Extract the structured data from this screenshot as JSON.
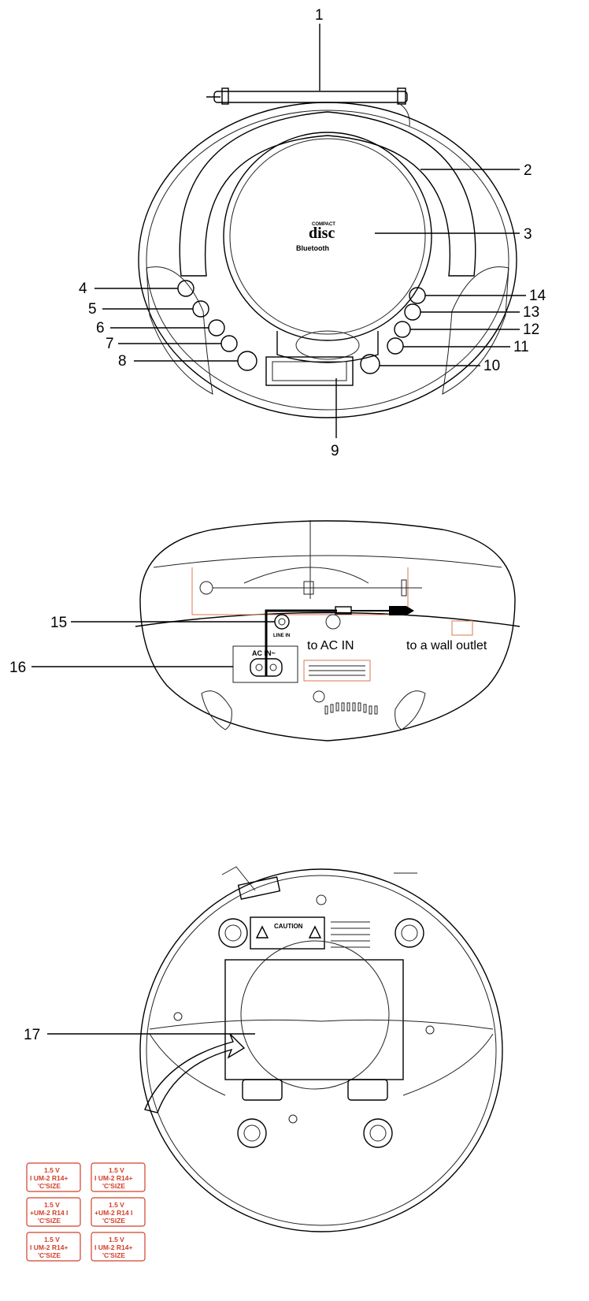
{
  "callouts": {
    "n1": "1",
    "n2": "2",
    "n3": "3",
    "n4": "4",
    "n5": "5",
    "n6": "6",
    "n7": "7",
    "n8": "8",
    "n9": "9",
    "n10": "10",
    "n11": "11",
    "n12": "12",
    "n13": "13",
    "n14": "14",
    "n15": "15",
    "n16": "16",
    "n17": "17"
  },
  "front": {
    "disc_logo": "disc",
    "disc_sub": "COMPACT",
    "bluetooth": "Bluetooth"
  },
  "back": {
    "line_in": "LINE IN",
    "ac_in": "AC IN~",
    "to_ac_in": "to AC IN",
    "to_wall": "to a wall outlet"
  },
  "bottom": {
    "caution": "CAUTION"
  },
  "batteries": [
    {
      "volt": "1.5 V",
      "type": "I UM-2 R14+",
      "size": "'C'SIZE"
    },
    {
      "volt": "1.5 V",
      "type": "I UM-2 R14+",
      "size": "'C'SIZE"
    },
    {
      "volt": "1.5 V",
      "type": "+UM-2 R14 I",
      "size": "'C'SIZE"
    },
    {
      "volt": "1.5 V",
      "type": "+UM-2 R14 I",
      "size": "'C'SIZE"
    },
    {
      "volt": "1.5 V",
      "type": "I UM-2 R14+",
      "size": "'C'SIZE"
    },
    {
      "volt": "1.5 V",
      "type": "I UM-2 R14+",
      "size": "'C'SIZE"
    }
  ]
}
